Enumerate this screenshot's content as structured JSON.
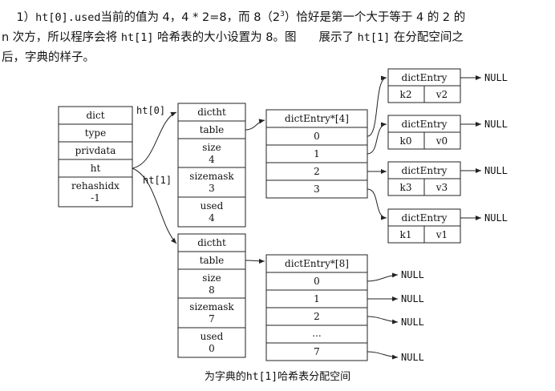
{
  "paragraph": {
    "l1_a": "1）",
    "l1_code1": "ht[0].used",
    "l1_b": "当前的值为 4，4 * 2=8，而 8（2",
    "l1_sup": "3",
    "l1_c": "）恰好是第一个大于等于 4 的 2 的",
    "l2_a": "n 次方，所以程序会将",
    "l2_code1": "ht[1]",
    "l2_b": "哈希表的大小设置为 8。图",
    "l2_c": "展示了",
    "l2_code2": "ht[1]",
    "l2_d": "在分配空间之",
    "l3": "后，字典的样子。"
  },
  "dict": {
    "title": "dict",
    "type": "type",
    "privdata": "privdata",
    "ht": "ht",
    "rehashidx_label": "rehashidx",
    "rehashidx_value": "-1"
  },
  "pointers": {
    "ht0": "ht[0]",
    "ht1": "ht[1]"
  },
  "ht0": {
    "title": "dictht",
    "table": "table",
    "size_label": "size",
    "size_value": "4",
    "sizemask_label": "sizemask",
    "sizemask_value": "3",
    "used_label": "used",
    "used_value": "4"
  },
  "ht1": {
    "title": "dictht",
    "table": "table",
    "size_label": "size",
    "size_value": "8",
    "sizemask_label": "sizemask",
    "sizemask_value": "7",
    "used_label": "used",
    "used_value": "0"
  },
  "table0": {
    "title": "dictEntry*[4]",
    "slots": [
      "0",
      "1",
      "2",
      "3"
    ]
  },
  "table1": {
    "title": "dictEntry*[8]",
    "slots": [
      "0",
      "1",
      "2",
      "...",
      "7"
    ]
  },
  "entries": [
    {
      "title": "dictEntry",
      "key": "k2",
      "value": "v2",
      "next": "NULL"
    },
    {
      "title": "dictEntry",
      "key": "k0",
      "value": "v0",
      "next": "NULL"
    },
    {
      "title": "dictEntry",
      "key": "k3",
      "value": "v3",
      "next": "NULL"
    },
    {
      "title": "dictEntry",
      "key": "k1",
      "value": "v1",
      "next": "NULL"
    }
  ],
  "table1_nulls": [
    "NULL",
    "NULL",
    "NULL",
    "NULL"
  ],
  "caption": {
    "prefix": "为字典的",
    "code": "ht[1]",
    "suffix": "哈希表分配空间"
  }
}
